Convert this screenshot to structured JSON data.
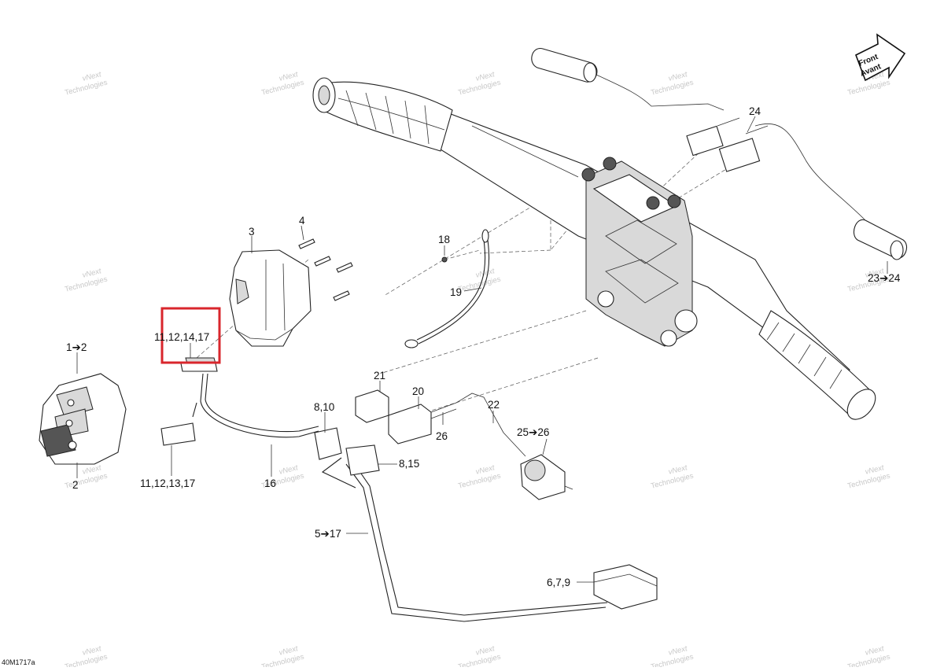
{
  "callouts": [
    {
      "id": "c1",
      "text": "1➔2"
    },
    {
      "id": "c2",
      "text": "2"
    },
    {
      "id": "c3",
      "text": "3"
    },
    {
      "id": "c4",
      "text": "4"
    },
    {
      "id": "c5",
      "text": "5➔17"
    },
    {
      "id": "c6",
      "text": "6,7,9"
    },
    {
      "id": "c7",
      "text": "8,10"
    },
    {
      "id": "c8",
      "text": "8,15"
    },
    {
      "id": "c9",
      "text": "11,12,14,17"
    },
    {
      "id": "c10",
      "text": "11,12,13,17"
    },
    {
      "id": "c11",
      "text": "16"
    },
    {
      "id": "c12",
      "text": "18"
    },
    {
      "id": "c13",
      "text": "19"
    },
    {
      "id": "c14",
      "text": "20"
    },
    {
      "id": "c15",
      "text": "21"
    },
    {
      "id": "c16",
      "text": "22"
    },
    {
      "id": "c17",
      "text": "23➔24"
    },
    {
      "id": "c18",
      "text": "24"
    },
    {
      "id": "c19",
      "text": "25➔26"
    },
    {
      "id": "c20",
      "text": "26"
    }
  ],
  "front_arrow": {
    "line1": "Front",
    "line2": "Avant"
  },
  "watermark": {
    "line1": "vNext",
    "line2": "Technologies"
  },
  "figure_code": "40M1717a",
  "highlight_color": "#d9262c"
}
